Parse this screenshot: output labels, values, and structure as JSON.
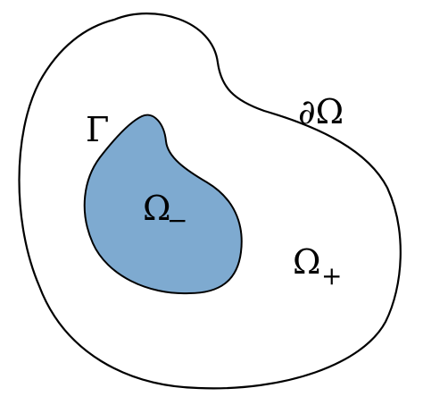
{
  "diagram": {
    "labels": {
      "outer_boundary": "∂Ω",
      "interface": "Γ",
      "inner_region_base": "Ω",
      "inner_region_sub": "−",
      "outer_region_base": "Ω",
      "outer_region_sub": "+"
    },
    "colors": {
      "background": "#ffffff",
      "stroke": "#000000",
      "inner_fill": "#7eaad0"
    }
  }
}
